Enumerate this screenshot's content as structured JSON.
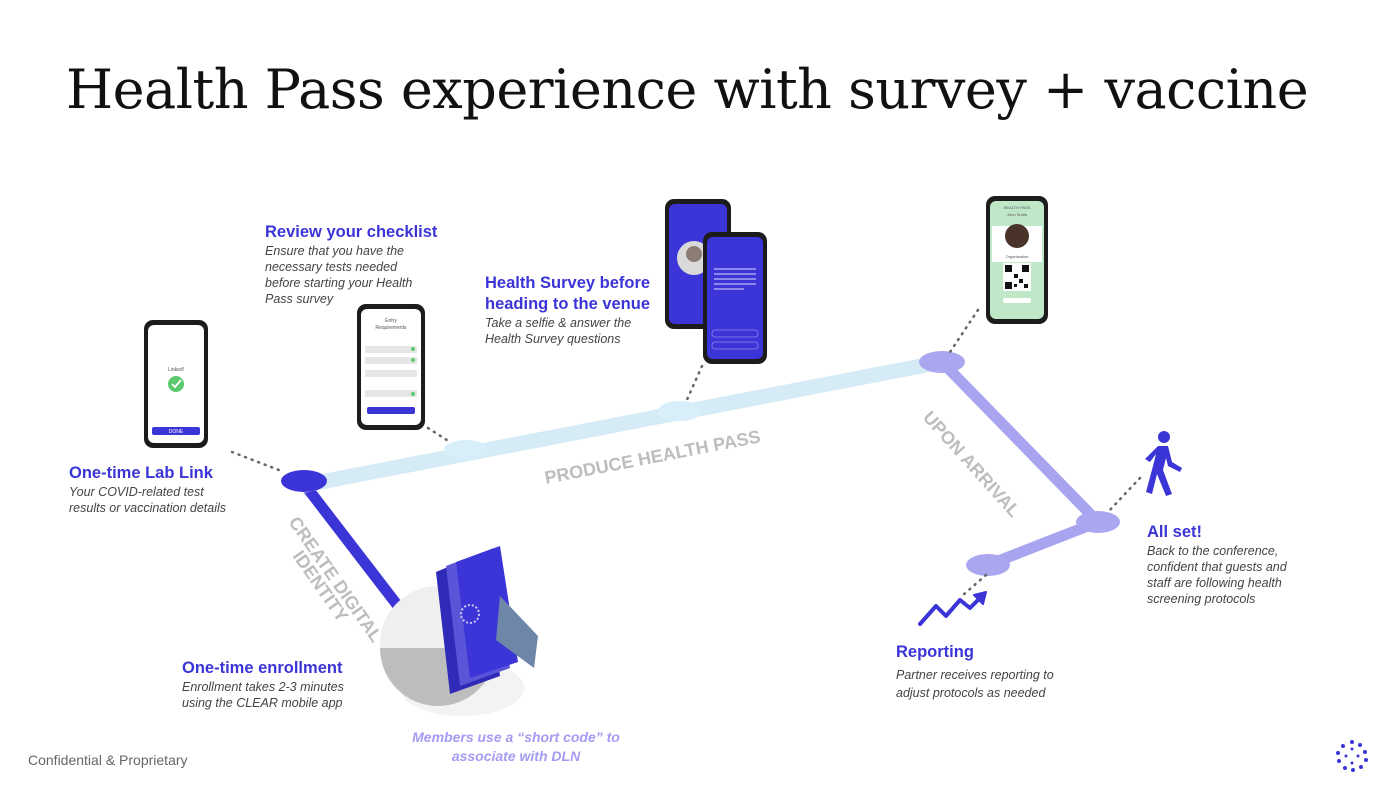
{
  "title": "Health Pass experience with survey + vaccine",
  "steps": {
    "lab_link": {
      "heading": "One-time Lab Link",
      "line1": "Your COVID-related test",
      "line2": "results or vaccination details"
    },
    "checklist": {
      "heading": "Review your checklist",
      "line1": "Ensure that you have the",
      "line2": "necessary tests needed",
      "line3": "before starting your Health",
      "line4": "Pass survey"
    },
    "survey": {
      "heading_line1": "Health Survey before",
      "heading_line2": "heading to the venue",
      "line1": "Take a selfie & answer the",
      "line2": "Health Survey questions"
    },
    "enrollment": {
      "heading": "One-time enrollment",
      "line1": "Enrollment takes 2-3 minutes",
      "line2": "using the CLEAR mobile app"
    },
    "all_set": {
      "heading": "All set!",
      "line1": "Back to the conference,",
      "line2": "confident that guests and",
      "line3": "staff are following health",
      "line4": "screening protocols"
    },
    "reporting": {
      "heading": "Reporting",
      "line1": "Partner receives reporting to",
      "line2": "adjust protocols as needed"
    }
  },
  "road_labels": {
    "create_line1": "CREATE DIGITAL",
    "create_line2": "IDENTITY",
    "produce": "PRODUCE HEALTH PASS",
    "arrival": "UPON ARRIVAL"
  },
  "short_code_note": {
    "line1": "Members use a “short code” to",
    "line2": "associate with DLN"
  },
  "footer": "Confidential & Proprietary",
  "phones": {
    "lab": {
      "status": "Linked!",
      "button": "DONE"
    },
    "checklist": {
      "title_line1": "Entry",
      "title_line2": "Requirements"
    },
    "pass": {
      "header": "HEALTH PASS",
      "name": "John Smith",
      "org": "Organization"
    }
  },
  "icons": [
    "walking-person-icon",
    "trend-arrow-icon",
    "clear-logo-icon",
    "cloud-icon",
    "checkmark-icon",
    "qr-code-icon"
  ],
  "colors": {
    "accent": "#3b35d8",
    "road_dark": "#3b35d8",
    "road_light": "#d5ebf5",
    "road_mid": "#a8a4f0",
    "node_light": "#d8eef8",
    "node_mid": "#aba6f0"
  }
}
